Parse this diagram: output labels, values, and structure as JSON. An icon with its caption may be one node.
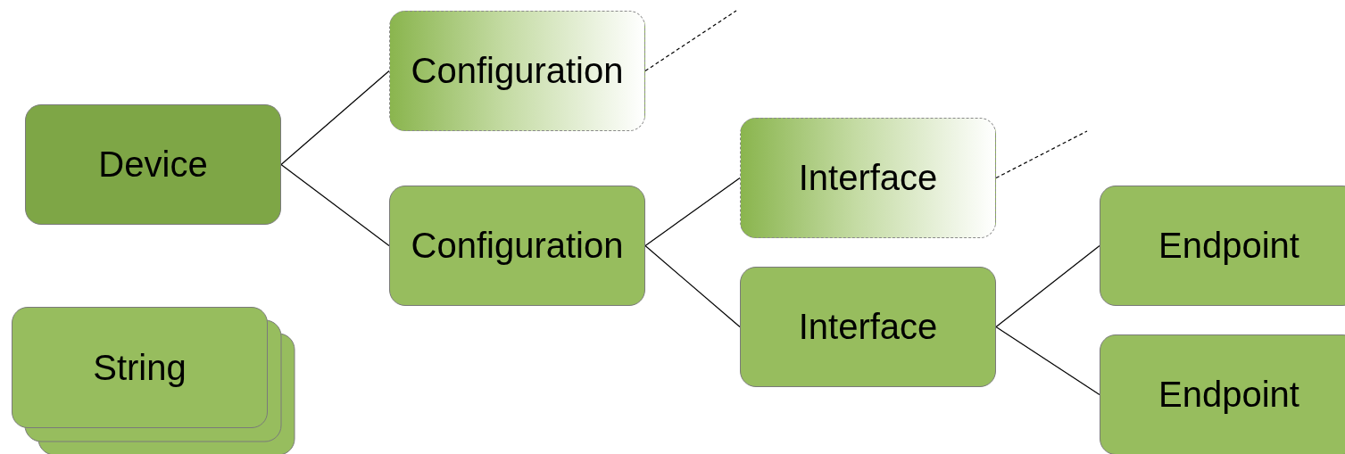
{
  "diagram": {
    "nodes": [
      {
        "text": [
          "Device"
        ]
      },
      {
        "text": [
          "Configuration"
        ]
      },
      {
        "text": [
          "Configuration"
        ]
      },
      {
        "text": [
          "Interface"
        ]
      },
      {
        "text": [
          "Interface"
        ]
      },
      {
        "text": [
          "Endpoint"
        ]
      },
      {
        "text": [
          "Endpoint"
        ]
      },
      {
        "text": [
          "String"
        ]
      }
    ],
    "edges": [
      {
        "from": 0,
        "to": 1,
        "arrow": "none"
      },
      {
        "from": 0,
        "to": 2,
        "arrow": "none"
      },
      {
        "from": 2,
        "to": 3,
        "arrow": "none"
      },
      {
        "from": 2,
        "to": 4,
        "arrow": "none"
      },
      {
        "from": 4,
        "to": 5,
        "arrow": "none"
      },
      {
        "from": 4,
        "to": 6,
        "arrow": "none"
      },
      {
        "from": 1,
        "to": null,
        "arrow": "none",
        "style": "dashed"
      },
      {
        "from": 3,
        "to": null,
        "arrow": "none",
        "style": "dashed"
      }
    ]
  }
}
